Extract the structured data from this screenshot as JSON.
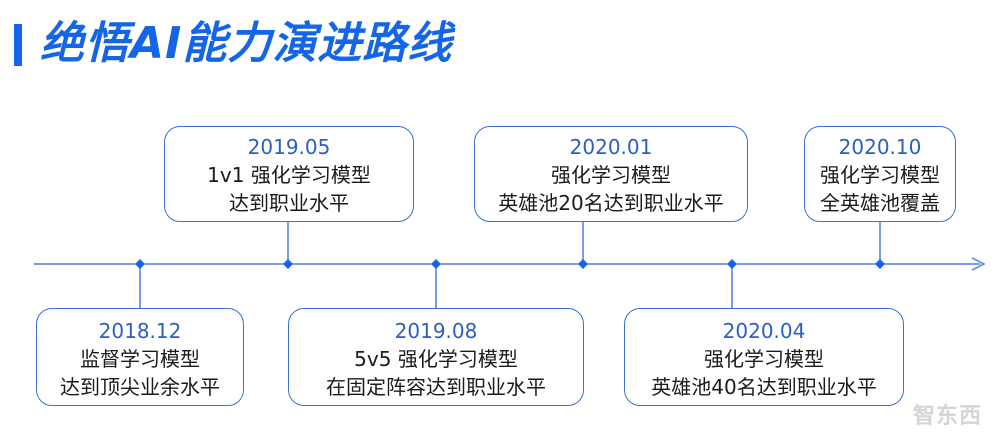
{
  "title": "绝悟AI能力演进路线",
  "colors": {
    "accent": "#1565e8",
    "card_border": "#3b6fd0",
    "date_text": "#2d5fbf",
    "axis": "#4a7fe0"
  },
  "milestones": [
    {
      "date": "2018.12",
      "lines": [
        "监督学习模型",
        "达到顶尖业余水平"
      ]
    },
    {
      "date": "2019.05",
      "lines": [
        "1v1 强化学习模型",
        "达到职业水平"
      ]
    },
    {
      "date": "2019.08",
      "lines": [
        "5v5  强化学习模型",
        "在固定阵容达到职业水平"
      ]
    },
    {
      "date": "2020.01",
      "lines": [
        "强化学习模型",
        "英雄池20名达到职业水平"
      ]
    },
    {
      "date": "2020.04",
      "lines": [
        "强化学习模型",
        "英雄池40名达到职业水平"
      ]
    },
    {
      "date": "2020.10",
      "lines": [
        "强化学习模型",
        "全英雄池覆盖"
      ]
    }
  ],
  "watermark": "智东西"
}
